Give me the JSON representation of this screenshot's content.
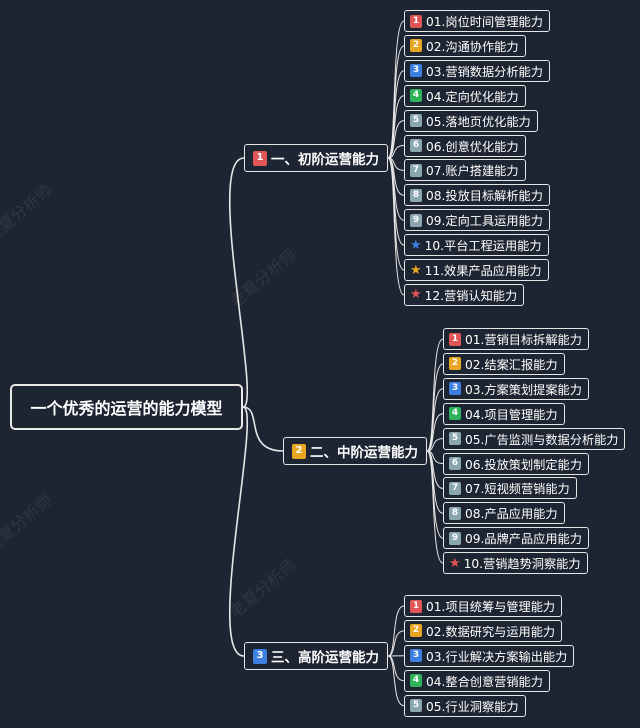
{
  "root": {
    "label": "一个优秀的运营的能力模型"
  },
  "branches": [
    {
      "badge": "1",
      "badge_color": "#e05555",
      "label": "一、初阶运营能力",
      "items": [
        {
          "marker": "1",
          "type": "badge",
          "color": "#e05555",
          "label": "01.岗位时间管理能力"
        },
        {
          "marker": "2",
          "type": "badge",
          "color": "#e8a623",
          "label": "02.沟通协作能力"
        },
        {
          "marker": "3",
          "type": "badge",
          "color": "#3d7fe0",
          "label": "03.营销数据分析能力"
        },
        {
          "marker": "4",
          "type": "badge",
          "color": "#2fb35a",
          "label": "04.定向优化能力"
        },
        {
          "marker": "5",
          "type": "badge",
          "color": "#8aa7b0",
          "label": "05.落地页优化能力"
        },
        {
          "marker": "6",
          "type": "badge",
          "color": "#8aa7b0",
          "label": "06.创意优化能力"
        },
        {
          "marker": "7",
          "type": "badge",
          "color": "#8aa7b0",
          "label": "07.账户搭建能力"
        },
        {
          "marker": "8",
          "type": "badge",
          "color": "#8aa7b0",
          "label": "08.投放目标解析能力"
        },
        {
          "marker": "9",
          "type": "badge",
          "color": "#8aa7b0",
          "label": "09.定向工具运用能力"
        },
        {
          "marker": "★",
          "type": "star",
          "color": "#3d7fe0",
          "label": "10.平台工程运用能力"
        },
        {
          "marker": "★",
          "type": "star",
          "color": "#e8a623",
          "label": "11.效果产品应用能力"
        },
        {
          "marker": "★",
          "type": "star",
          "color": "#e05555",
          "label": "12.营销认知能力"
        }
      ]
    },
    {
      "badge": "2",
      "badge_color": "#e8a623",
      "label": "二、中阶运营能力",
      "items": [
        {
          "marker": "1",
          "type": "badge",
          "color": "#e05555",
          "label": "01.营销目标拆解能力"
        },
        {
          "marker": "2",
          "type": "badge",
          "color": "#e8a623",
          "label": "02.结案汇报能力"
        },
        {
          "marker": "3",
          "type": "badge",
          "color": "#3d7fe0",
          "label": "03.方案策划提案能力"
        },
        {
          "marker": "4",
          "type": "badge",
          "color": "#2fb35a",
          "label": "04.项目管理能力"
        },
        {
          "marker": "5",
          "type": "badge",
          "color": "#8aa7b0",
          "label": "05.广告监测与数据分析能力"
        },
        {
          "marker": "6",
          "type": "badge",
          "color": "#8aa7b0",
          "label": "06.投放策划制定能力"
        },
        {
          "marker": "7",
          "type": "badge",
          "color": "#8aa7b0",
          "label": "07.短视频营销能力"
        },
        {
          "marker": "8",
          "type": "badge",
          "color": "#8aa7b0",
          "label": "08.产品应用能力"
        },
        {
          "marker": "9",
          "type": "badge",
          "color": "#8aa7b0",
          "label": "09.品牌产品应用能力"
        },
        {
          "marker": "★",
          "type": "star",
          "color": "#e05555",
          "label": "10.营销趋势洞察能力"
        }
      ]
    },
    {
      "badge": "3",
      "badge_color": "#3d7fe0",
      "label": "三、高阶运营能力",
      "items": [
        {
          "marker": "1",
          "type": "badge",
          "color": "#e05555",
          "label": "01.项目统筹与管理能力"
        },
        {
          "marker": "2",
          "type": "badge",
          "color": "#e8a623",
          "label": "02.数据研究与运用能力"
        },
        {
          "marker": "3",
          "type": "badge",
          "color": "#3d7fe0",
          "label": "03.行业解决方案输出能力"
        },
        {
          "marker": "4",
          "type": "badge",
          "color": "#2fb35a",
          "label": "04.整合创意营销能力"
        },
        {
          "marker": "5",
          "type": "badge",
          "color": "#8aa7b0",
          "label": "05.行业洞察能力"
        }
      ]
    }
  ],
  "watermark": {
    "text": "老夏分析师"
  },
  "colors": {
    "background": "#1e2532",
    "line": "#e6e6e6"
  }
}
